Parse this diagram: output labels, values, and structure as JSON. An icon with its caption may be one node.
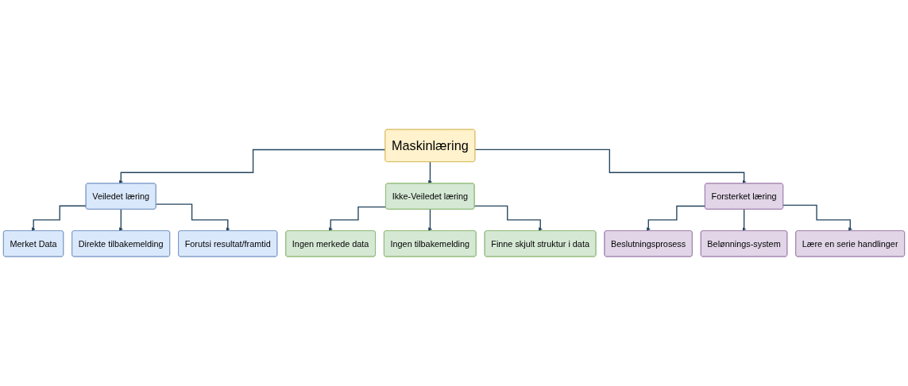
{
  "diagram": {
    "nodes": [
      {
        "text": [
          "Maskinlæring"
        ]
      },
      {
        "text": [
          "Veiledet læring"
        ]
      },
      {
        "text": [
          "Ikke-Veiledet læring"
        ]
      },
      {
        "text": [
          "Forsterket læring"
        ]
      },
      {
        "text": [
          "Merket Data"
        ]
      },
      {
        "text": [
          "Direkte tilbakemelding"
        ]
      },
      {
        "text": [
          "Forutsi resultat/framtid"
        ]
      },
      {
        "text": [
          "Ingen merkede data"
        ]
      },
      {
        "text": [
          "Ingen tilbakemelding"
        ]
      },
      {
        "text": [
          "Finne skjult struktur i data"
        ]
      },
      {
        "text": [
          "Beslutningsprosess"
        ]
      },
      {
        "text": [
          "Belønnings-system"
        ]
      },
      {
        "text": [
          "Lære en serie handlinger"
        ]
      }
    ],
    "edges": [
      {
        "from": 0,
        "to": 1,
        "arrow": "to"
      },
      {
        "from": 0,
        "to": 2,
        "arrow": "to"
      },
      {
        "from": 0,
        "to": 3,
        "arrow": "to"
      },
      {
        "from": 1,
        "to": 4,
        "arrow": "to"
      },
      {
        "from": 1,
        "to": 5,
        "arrow": "to"
      },
      {
        "from": 1,
        "to": 6,
        "arrow": "to"
      },
      {
        "from": 2,
        "to": 7,
        "arrow": "to"
      },
      {
        "from": 2,
        "to": 8,
        "arrow": "to"
      },
      {
        "from": 2,
        "to": 9,
        "arrow": "to"
      },
      {
        "from": 3,
        "to": 10,
        "arrow": "to"
      },
      {
        "from": 3,
        "to": 11,
        "arrow": "to"
      },
      {
        "from": 3,
        "to": 12,
        "arrow": "to"
      }
    ]
  }
}
